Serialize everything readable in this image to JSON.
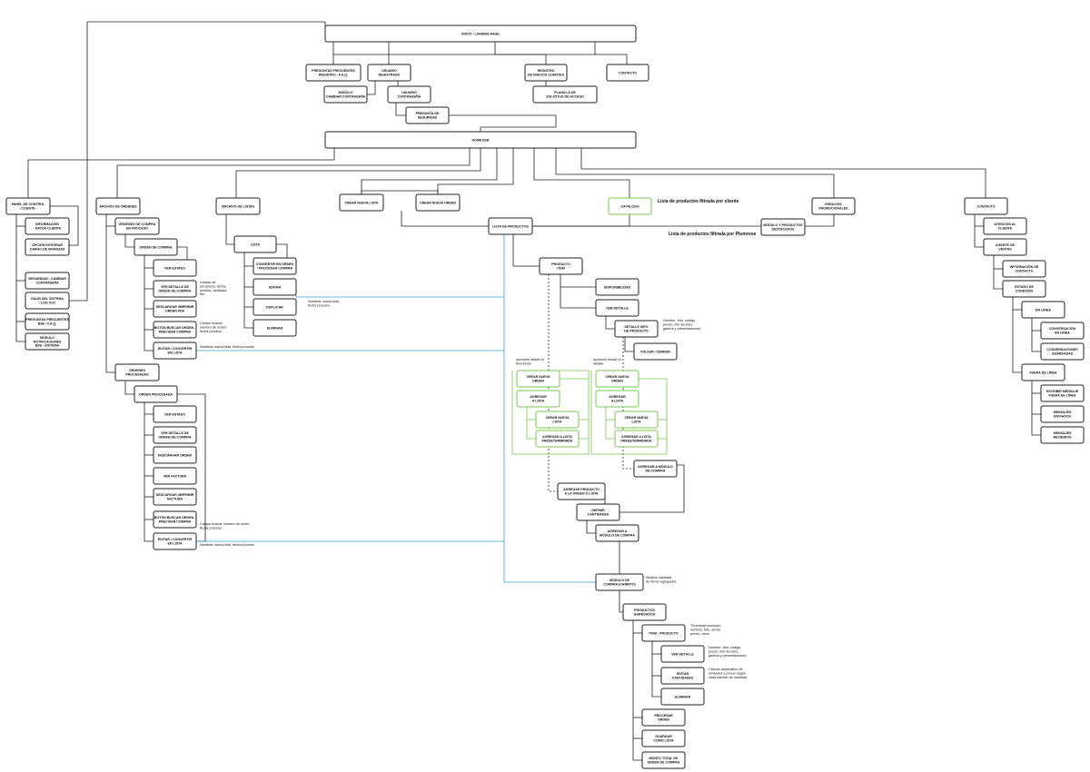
{
  "nodes": {
    "inicio": [
      "INICIO - LANDING PAGE"
    ],
    "faq_top": [
      "PREGUNTAS FRECUENTES",
      "REGISTRO - F.A.Q."
    ],
    "usuario_reg": [
      "USUARIO",
      "REGISTRADO"
    ],
    "registro_nuevos": [
      "REGISTRO",
      "DE NUEVOS CLIENTES"
    ],
    "contacto_top": [
      "CONTACTO"
    ],
    "modulo_cambiar": [
      "MÓDULO",
      "CAMBIAR CONTRASEÑA"
    ],
    "usuario_pass": [
      "USUARIO",
      "CONTRASEÑA"
    ],
    "planilla": [
      "PLANILLA DE",
      "SOLICITUD DE ACCESO"
    ],
    "pregunta_seg": [
      "PREGUNTA DE",
      "SEGURIDAD"
    ],
    "homeb2b": [
      "HOME B2B"
    ],
    "panel": [
      "PANEL DE CONTROL",
      "- CLIENTE -"
    ],
    "info_cliente": [
      "INFORMACIÓN",
      "- DATOS CLIENTE"
    ],
    "opcion_int": [
      "OPCIÓN INTEGRAR",
      "CARGO DE FINANZAS"
    ],
    "seguridad": [
      "SEGURIDAD - CAMBIAR",
      "CONTRASEÑA"
    ],
    "salir": [
      "SALIR DEL SISTEMA",
      "- LOG OUT"
    ],
    "faq_b2b": [
      "PREGUNTAS FRECUENTES",
      "B2B - F.A.Q."
    ],
    "notif": [
      "MÓDULO",
      "NOTIFICACIONES",
      "B2B - SISTEMA"
    ],
    "archivo_ordenes": [
      "ARCHIVO DE ÓRDENES"
    ],
    "ordenes_compra": [
      "ÓRDENES DE COMPRA",
      "EN PROCESO"
    ],
    "orden_compra": [
      "ORDEN DE COMPRA"
    ],
    "ver_estado_1": [
      "VER ESTADO"
    ],
    "ver_detalle_1": [
      "VER DETALLE DE",
      "ORDEN DE COMPRA"
    ],
    "descargar_1": [
      "DESCARGAR /IMPRIMIR",
      "ORDEN PDF"
    ],
    "boton_1": [
      "BOTÓN BUSCAR ORDEN -",
      "PRECISAR COMPRA"
    ],
    "editar_conv_1": [
      "EDITAR / CONVERTIR",
      "EN LISTA"
    ],
    "ordenes_proc": [
      "ÓRDENES",
      "PROCESADAS"
    ],
    "orden_proc": [
      "ORDEN PROCESADA"
    ],
    "ver_estado_2": [
      "VER ESTADO"
    ],
    "ver_detalle_2": [
      "VER DETALLE DE",
      "ORDEN DE COMPRA"
    ],
    "descargar_orden": [
      "DESCARGAR ORDEN"
    ],
    "ver_factura": [
      "VER FACTURA"
    ],
    "descargar_factura": [
      "DESCARGAR /IMPRIMIR",
      "FACTURA"
    ],
    "boton_2": [
      "BOTÓN BUSCAR ORDEN -",
      "PRECISAR COMPRA"
    ],
    "editar_conv_2": [
      "EDITAR / CONVERTIR",
      "EN LISTA"
    ],
    "archivo_listas": [
      "ARCHIVO DE LISTAS"
    ],
    "lista": [
      "LISTA"
    ],
    "convertir_orden": [
      "CONVERTIR EN ORDEN",
      "/ PROCESAR COMPRA"
    ],
    "editar_lista": [
      "EDITAR"
    ],
    "duplicar": [
      "DUPLICAR"
    ],
    "eliminar_lista": [
      "ELIMINAR"
    ],
    "crear_lista": [
      "CREAR NUEVA LISTA"
    ],
    "crear_orden": [
      "CREAR NUEVA ORDEN"
    ],
    "catalogo": [
      "CATÁLOGO"
    ],
    "espacios": [
      "ESPACIOS",
      "PROMOCIONALES"
    ],
    "modulo_dest": [
      "MÓDULO Y PRODUCTOS",
      "DESTACADOS"
    ],
    "lista_prod": [
      "LISTA DE PRODUCTOS"
    ],
    "contacto_b2b": [
      "CONTACTO"
    ],
    "atencion": [
      "ATENCIÓN AL",
      "CLIENTE"
    ],
    "agente": [
      "AGENTE DE",
      "VENTAS"
    ],
    "info_contacto": [
      "INFORMACIÓN DE",
      "CONTACTO"
    ],
    "estado_conexion": [
      "ESTADO DE",
      "CONEXIÓN"
    ],
    "en_linea": [
      "EN LÍNEA"
    ],
    "conversacion": [
      "CONVERSACIÓN",
      "EN LÍNEA"
    ],
    "conversaciones": [
      "CONVERSACIONES",
      "GUARDADAS"
    ],
    "fuera_linea": [
      "FUERA DE LÍNEA"
    ],
    "escribir": [
      "ESCRIBIR MENSAJE",
      "FUERA DE LÍNEA"
    ],
    "enviados": [
      "MENSAJES",
      "ENVIADOS"
    ],
    "recibidos": [
      "MENSAJES",
      "RECIBIDOS"
    ],
    "producto_item": [
      "PRODUCTO",
      "ITEM"
    ],
    "disponibilidad": [
      "DISPONIBILIDAD"
    ],
    "ver_detalle_prod": [
      "VER DETALLE"
    ],
    "detalle_info": [
      "DETALLE INFO",
      "DE PRODUCTO"
    ],
    "volver": [
      "VOLVER / CERRAR"
    ],
    "crear_orden_a": [
      "CREAR NUEVA",
      "ORDEN"
    ],
    "agregar_lista_a": [
      "AGREGAR",
      "A LISTA"
    ],
    "crear_lista_a": [
      "CREAR NUEVA",
      "LISTA"
    ],
    "agregar_pre_a": [
      "AGREGAR A LISTA",
      "PREDETERMINADA"
    ],
    "crear_orden_b": [
      "CREAR NUEVA",
      "ORDEN"
    ],
    "agregar_lista_b": [
      "AGREGAR",
      "A LISTA"
    ],
    "crear_lista_b": [
      "CREAR NUEVA",
      "LISTA"
    ],
    "agregar_pre_b": [
      "AGREGAR A LISTA",
      "PREDETERMINADA"
    ],
    "agregar_modulo_b": [
      "AGREGAR A MÓDULO",
      "DE COMPRA"
    ],
    "agregar_prod_orden": [
      "AGREGAR PRODUCTO",
      "A LA ORDEN O LISTA"
    ],
    "definir": [
      "DEFINIR",
      "CANTIDADES"
    ],
    "agregar_modulo": [
      "AGREGAR A",
      "MÓDULO DE COMPRA"
    ],
    "modulo_compra": [
      "MÓDULO DE",
      "COMPRA (CARRITO)"
    ],
    "productos_agregados": [
      "PRODUCTOS",
      "AGREGADOS"
    ],
    "item_producto": [
      "ITEM - PRODUCTO"
    ],
    "ver_detalle_c": [
      "VER DETALLE"
    ],
    "editar_cant": [
      "EDITAR",
      "CANTIDADES"
    ],
    "eliminar_c": [
      "ELIMINAR"
    ],
    "procesar": [
      "PROCESAR",
      "ORDEN"
    ],
    "guardar": [
      "GUARDAR",
      "COMO LISTA"
    ],
    "monto": [
      "MONTO TOTAL DE",
      "ORDEN DE COMPRA"
    ]
  },
  "notes": {
    "lista_cliente": [
      "Lista de productos filtrada por cliente"
    ],
    "lista_plumrose": [
      "Lista de productos filtrada por Plumrose"
    ],
    "detalle_oc": [
      "Listado de",
      "productos, fecha,",
      "precios, cantidad,",
      "etc."
    ],
    "campo_busqueda": [
      "Campo buscar",
      "número de orden,",
      "fecha proceso"
    ],
    "nombrar_lista_1": [
      "Nombrar nueva lista, fecha proceso"
    ],
    "nombrar_lista_2": [
      "Nombrar nueva lista,",
      "fecha proceso"
    ],
    "campo_busqueda_2": [
      "Campo buscar número de orden,",
      "fecha proceso"
    ],
    "nombrar_lista_3": [
      "Nombrar nueva lista, fecha proceso"
    ],
    "info_producto": [
      "Nombre, foto, código,",
      "precio, info técnica,",
      "galería y presentaciones"
    ],
    "opciones_thumb": [
      "opciones desde el",
      "thumbnail"
    ],
    "opciones_detalle": [
      "opciones desde el",
      "detalle"
    ],
    "mostrar_cantidad": [
      "Mostrar cantidad",
      "de ítems agregados"
    ],
    "thumbnail_prod": [
      "Thumbnail producto",
      "nombre, foto, serial,",
      "precio, otros"
    ],
    "info_producto_2": [
      "Nombre, foto, código,",
      "precio, info técnica,",
      "galería y presentaciones"
    ],
    "calculo": [
      "Cálculo automático de",
      "unidades y precio según",
      "cada cambio de cantidad"
    ]
  }
}
